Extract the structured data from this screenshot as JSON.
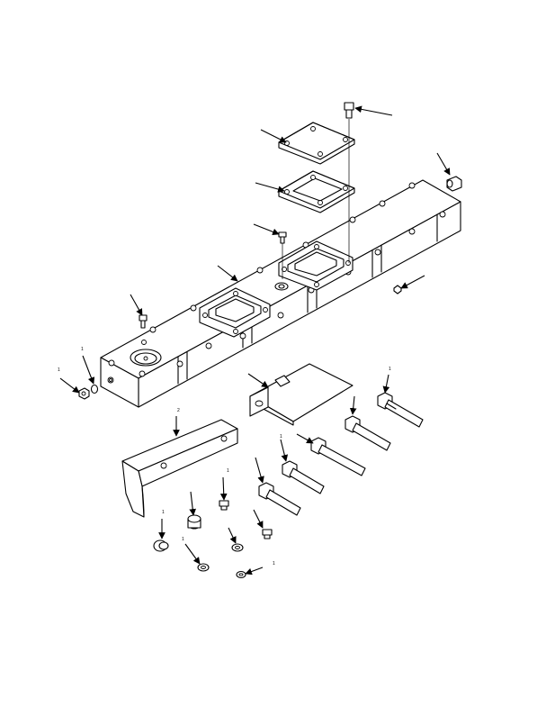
{
  "diagram": {
    "callout_marks": {
      "c1": "1",
      "c2": "1",
      "c3": "2",
      "c4": "1",
      "c5": "1",
      "c6": "1",
      "c7": "1",
      "c8": "1",
      "c9": "1"
    },
    "colors": {
      "line": "#000000",
      "background": "#ffffff"
    }
  }
}
